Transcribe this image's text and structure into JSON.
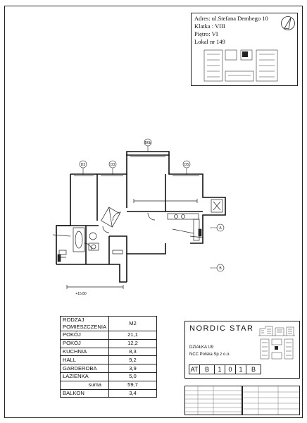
{
  "address": {
    "line1": "Adres: ul.Stefana Dembego 10",
    "line2": "Klatka : VIII",
    "line3": "Piętro: VI",
    "line4": "Lokal nr 149"
  },
  "plan_labels": {
    "top_ref": "B0b",
    "col_d3a": "D3",
    "col_d3b": "D3",
    "col_d5": "D5",
    "row_a": "A",
    "row_b": "B",
    "level": "+15.80"
  },
  "rooms_table": {
    "header_label": "RODZAJ POMIESZCZENIA",
    "header_unit": "M2",
    "rows": [
      {
        "name": "POKÓJ",
        "area": "21,1"
      },
      {
        "name": "POKÓJ",
        "area": "12,2"
      },
      {
        "name": "KUCHNIA",
        "area": "8,3"
      },
      {
        "name": "HALL",
        "area": "9,2"
      },
      {
        "name": "GARDEROBA",
        "area": "3,9"
      },
      {
        "name": "ŁAZIENKA",
        "area": "5,0"
      }
    ],
    "sum_label": "suma",
    "sum_value": "59,7",
    "balcony_label": "BALKON",
    "balcony_value": "3,4"
  },
  "title_block": {
    "project": "NORDIC STAR",
    "plot": "DZIAŁKA U9",
    "company": "NCC Polska Sp z o.o.",
    "code": [
      "AT",
      "B",
      "1",
      "0",
      "1",
      "B"
    ]
  },
  "colors": {
    "ink": "#1a1a1a",
    "paper": "#ffffff"
  }
}
